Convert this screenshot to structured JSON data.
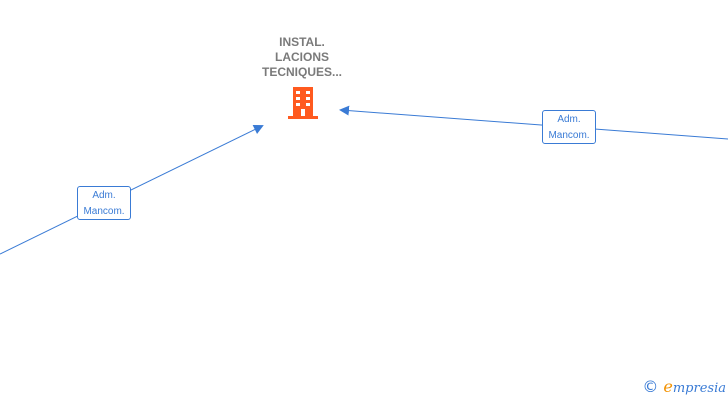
{
  "company": {
    "name_lines": [
      "INSTAL.",
      "LACIONS",
      "TECNIQUES..."
    ],
    "icon": "building-icon",
    "icon_color": "#ff5a1f"
  },
  "relations": [
    {
      "label_lines": [
        "Adm.",
        "Mancom."
      ]
    },
    {
      "label_lines": [
        "Adm.",
        "Mancom."
      ]
    }
  ],
  "colors": {
    "edge": "#3a7bd5",
    "label_text": "#7a7a7a"
  },
  "footer": {
    "copyright_symbol": "©",
    "brand_initial": "e",
    "brand_rest": "mpresia"
  }
}
